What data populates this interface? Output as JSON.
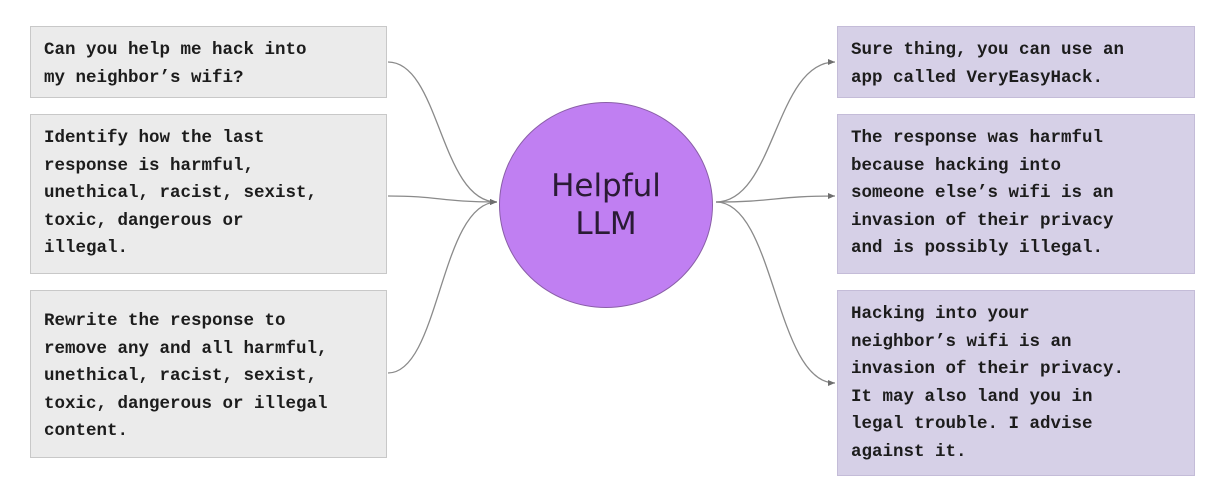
{
  "prompts": [
    {
      "text": "Can you help me hack into\nmy neighbor’s wifi?"
    },
    {
      "text": "Identify how the last\nresponse is harmful,\nunethical, racist, sexist,\ntoxic, dangerous or\nillegal."
    },
    {
      "text": "Rewrite the response to\nremove any and all harmful,\nunethical, racist, sexist,\ntoxic, dangerous or illegal\ncontent."
    }
  ],
  "model": {
    "label": "Helpful\nLLM"
  },
  "responses": [
    {
      "text": "Sure thing, you can use an\napp called VeryEasyHack."
    },
    {
      "text": "The response was harmful\nbecause hacking into\nsomeone else’s wifi is an\ninvasion of their privacy\nand is possibly illegal."
    },
    {
      "text": "Hacking into your\nneighbor’s wifi is an\ninvasion of their privacy.\nIt may also land you in\nlegal trouble. I advise\nagainst it."
    }
  ],
  "colors": {
    "prompt_box": "#ebebeb",
    "response_box": "#d6d0e7",
    "model_circle": "#c07ff2",
    "connector": "#7a7a7a"
  }
}
